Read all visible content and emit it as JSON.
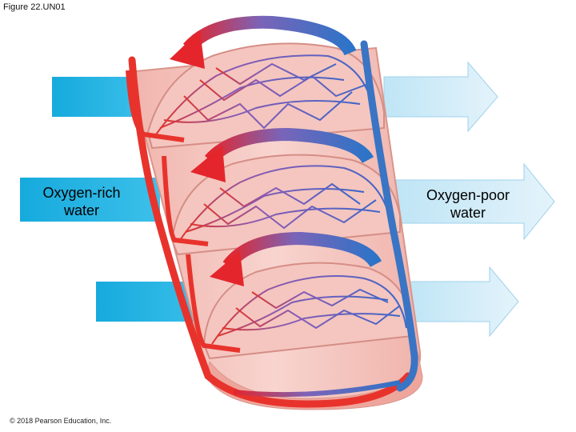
{
  "figure_title": "Figure 22.UN01",
  "copyright": "© 2018 Pearson Education, Inc.",
  "labels": {
    "oxygen_rich_line1": "Oxygen-rich",
    "oxygen_rich_line2": "water",
    "oxygen_poor_line1": "Oxygen-poor",
    "oxygen_poor_line2": "water"
  },
  "colors": {
    "water_in": "#17aee0",
    "water_out": "#d8eef8",
    "oxygenated_blood": "#e8332c",
    "deoxygenated_blood": "#3a74c4",
    "tissue": "#f3c2bc",
    "capillary": "#5a5fc0"
  }
}
